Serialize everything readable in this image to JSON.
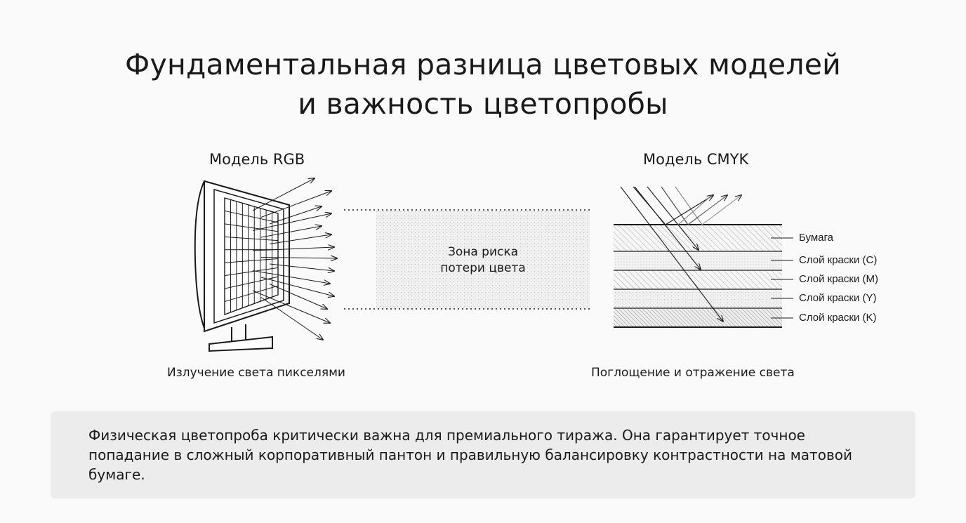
{
  "title": {
    "line1": "Фундаментальная разница цветовых моделей",
    "line2": "и важность цветопробы"
  },
  "rgb": {
    "label": "Модель RGB",
    "caption": "Излучение света пикселями"
  },
  "risk_zone": {
    "line1": "Зона риска",
    "line2": "потери цвета"
  },
  "cmyk": {
    "label": "Модель CMYK",
    "caption": "Поглощение и отражение света",
    "layers": [
      "Бумага",
      "Слой краски (C)",
      "Слой краски (M)",
      "Слой краски (Y)",
      "Слой краски (K)"
    ]
  },
  "note": {
    "text": "Физическая цветопроба критически важна для премиального тиража. Она гарантирует точное попадание в сложный корпоративный пантон и правильную балансировку контрастности на матовой бумаге."
  },
  "colors": {
    "background": "#fafafa",
    "ink": "#1a1a1a",
    "note_background": "#ececec"
  }
}
